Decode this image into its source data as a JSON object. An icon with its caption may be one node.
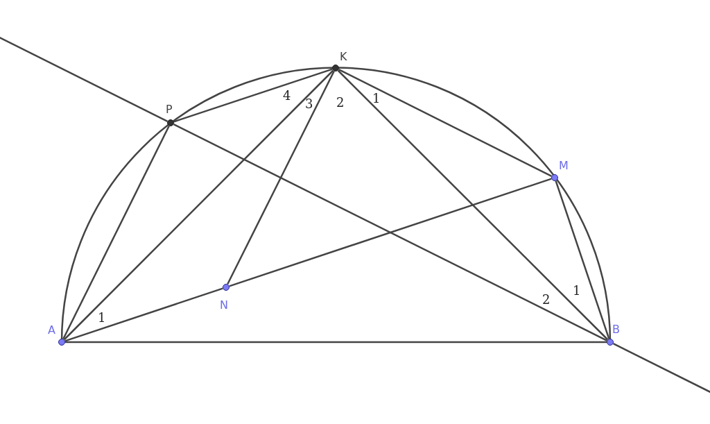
{
  "diagram": {
    "nodes": [
      {
        "text": [
          "K"
        ]
      },
      {
        "text": [
          "P"
        ]
      },
      {
        "text": [
          "M"
        ]
      },
      {
        "text": [
          "N"
        ]
      },
      {
        "text": [
          "A"
        ]
      },
      {
        "text": [
          "B"
        ]
      }
    ],
    "edges": [
      {
        "from": 0,
        "to": 1,
        "arrow": "none"
      },
      {
        "from": 0,
        "to": 4,
        "arrow": "none"
      },
      {
        "from": 0,
        "to": 3,
        "arrow": "none"
      },
      {
        "from": 0,
        "to": 5,
        "arrow": "none"
      },
      {
        "from": 0,
        "to": 2,
        "arrow": "none"
      },
      {
        "from": 1,
        "to": 4,
        "arrow": "none"
      },
      {
        "from": 1,
        "to": 5,
        "arrow": "none"
      },
      {
        "from": 2,
        "to": 3,
        "arrow": "none"
      },
      {
        "from": 2,
        "to": 5,
        "arrow": "none"
      },
      {
        "from": 3,
        "to": 4,
        "arrow": "none"
      },
      {
        "from": 4,
        "to": 5,
        "arrow": "none"
      }
    ],
    "labels": [
      "4",
      "3",
      "2",
      "1",
      "1",
      "2",
      "1"
    ]
  }
}
